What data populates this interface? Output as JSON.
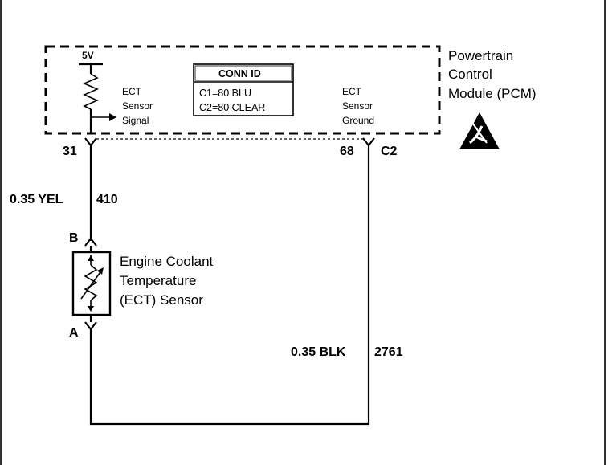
{
  "pcm": {
    "name_line1": "Powertrain",
    "name_line2": "Control",
    "name_line3": "Module (PCM)",
    "supply_voltage": "5V",
    "signal_label_line1": "ECT",
    "signal_label_line2": "Sensor",
    "signal_label_line3": "Signal",
    "ground_label_line1": "ECT",
    "ground_label_line2": "Sensor",
    "ground_label_line3": "Ground"
  },
  "conn_id": {
    "title": "CONN ID",
    "line1": "C1=80 BLU",
    "line2": "C2=80 CLEAR"
  },
  "pins": {
    "signal_pin": "31",
    "ground_pin": "68",
    "connector": "C2"
  },
  "wires": {
    "signal_wire": "0.35 YEL",
    "signal_circuit": "410",
    "ground_wire": "0.35 BLK",
    "ground_circuit": "2761"
  },
  "sensor": {
    "terminal_b": "B",
    "terminal_a": "A",
    "name_line1": "Engine Coolant",
    "name_line2": "Temperature",
    "name_line3": "(ECT) Sensor"
  },
  "icons": {
    "esd_warning": "esd-warning-icon"
  }
}
